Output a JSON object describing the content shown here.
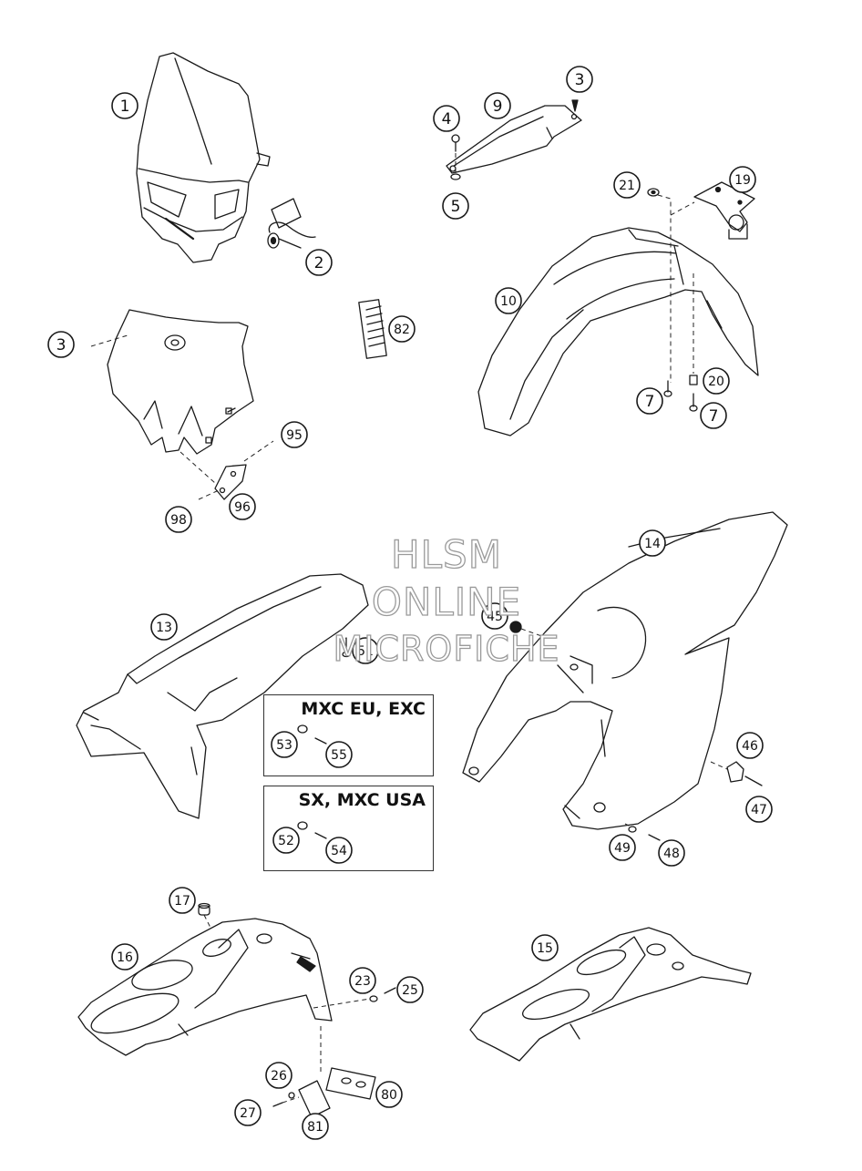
{
  "diagram": {
    "callouts": [
      {
        "id": "c1",
        "label": "1"
      },
      {
        "id": "c2",
        "label": "2"
      },
      {
        "id": "c3a",
        "label": "3"
      },
      {
        "id": "c3b",
        "label": "3"
      },
      {
        "id": "c4",
        "label": "4"
      },
      {
        "id": "c5",
        "label": "5"
      },
      {
        "id": "c7a",
        "label": "7"
      },
      {
        "id": "c7b",
        "label": "7"
      },
      {
        "id": "c9",
        "label": "9"
      },
      {
        "id": "c10",
        "label": "10"
      },
      {
        "id": "c13",
        "label": "13"
      },
      {
        "id": "c14",
        "label": "14"
      },
      {
        "id": "c15",
        "label": "15"
      },
      {
        "id": "c16",
        "label": "16"
      },
      {
        "id": "c17",
        "label": "17"
      },
      {
        "id": "c19",
        "label": "19"
      },
      {
        "id": "c20",
        "label": "20"
      },
      {
        "id": "c21",
        "label": "21"
      },
      {
        "id": "c23",
        "label": "23"
      },
      {
        "id": "c25",
        "label": "25"
      },
      {
        "id": "c26",
        "label": "26"
      },
      {
        "id": "c27",
        "label": "27"
      },
      {
        "id": "c45",
        "label": "45"
      },
      {
        "id": "c46",
        "label": "46"
      },
      {
        "id": "c47",
        "label": "47"
      },
      {
        "id": "c48",
        "label": "48"
      },
      {
        "id": "c49",
        "label": "49"
      },
      {
        "id": "c51",
        "label": "51"
      },
      {
        "id": "c52",
        "label": "52"
      },
      {
        "id": "c53",
        "label": "53"
      },
      {
        "id": "c54",
        "label": "54"
      },
      {
        "id": "c55",
        "label": "55"
      },
      {
        "id": "c80",
        "label": "80"
      },
      {
        "id": "c81",
        "label": "81"
      },
      {
        "id": "c82",
        "label": "82"
      },
      {
        "id": "c95",
        "label": "95"
      },
      {
        "id": "c96",
        "label": "96"
      },
      {
        "id": "c98",
        "label": "98"
      }
    ],
    "variants": [
      {
        "title": "MXC EU, EXC"
      },
      {
        "title": "SX, MXC USA"
      }
    ],
    "watermark": {
      "line1": "HLSM",
      "line2": "ONLINE",
      "line3": "MICROFICHE"
    }
  }
}
